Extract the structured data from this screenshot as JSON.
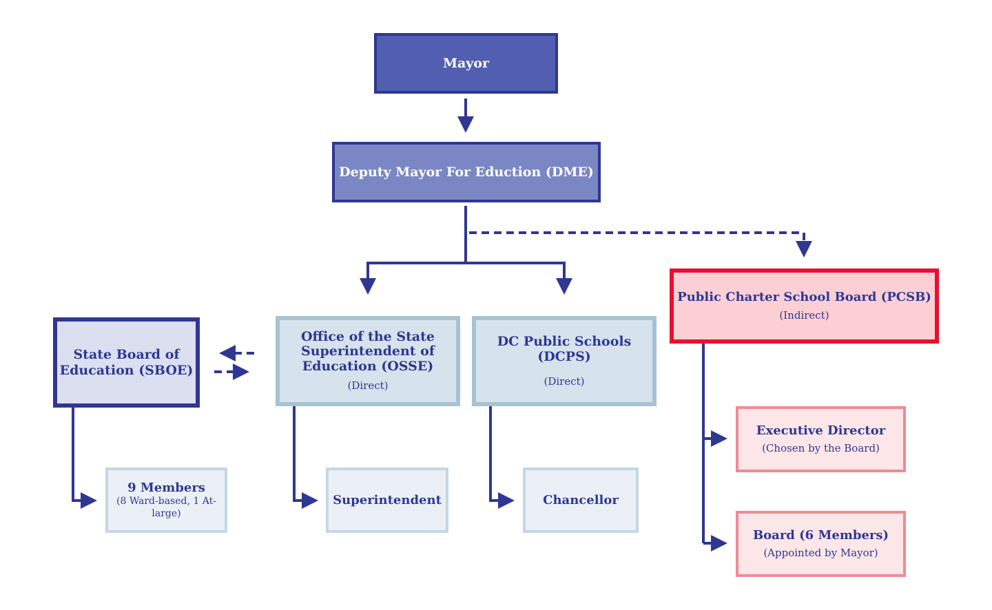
{
  "colors": {
    "connector": "#2f3792",
    "mayor_fill": "#525fb0",
    "dme_fill": "#7b86c4",
    "direct_fill": "#d6e3ec",
    "pcsb_fill": "#fccfd4",
    "pcsb_border": "#e8102e",
    "child_fill": "#eaf0f6",
    "pcsb_child_fill": "#fde6e8"
  },
  "nodes": {
    "mayor": {
      "title": "Mayor"
    },
    "dme": {
      "title": "Deputy Mayor For Eduction (DME)"
    },
    "sboe": {
      "title": "State Board of Education (SBOE)"
    },
    "osse": {
      "title": "Office of the State Superintendent of Education (OSSE)",
      "subtitle": "(Direct)"
    },
    "dcps": {
      "title": "DC Public Schools (DCPS)",
      "subtitle": "(Direct)"
    },
    "pcsb": {
      "title": "Public Charter School Board (PCSB)",
      "subtitle": "(Indirect)"
    },
    "members": {
      "title": "9 Members",
      "subtitle": "(8 Ward-based, 1 At-large)"
    },
    "superintendent": {
      "title": "Superintendent"
    },
    "chancellor": {
      "title": "Chancellor"
    },
    "executive_director": {
      "title": "Executive Director",
      "subtitle": "(Chosen by the Board)"
    },
    "board": {
      "title": "Board (6 Members)",
      "subtitle": "(Appointed by Mayor)"
    }
  },
  "edges": [
    {
      "from": "mayor",
      "to": "dme",
      "style": "solid"
    },
    {
      "from": "dme",
      "to": "osse",
      "style": "solid"
    },
    {
      "from": "dme",
      "to": "dcps",
      "style": "solid"
    },
    {
      "from": "dme",
      "to": "pcsb",
      "style": "dashed"
    },
    {
      "from": "osse",
      "to": "sboe",
      "style": "dashed"
    },
    {
      "from": "sboe",
      "to": "osse",
      "style": "dashed"
    },
    {
      "from": "sboe",
      "to": "members",
      "style": "solid"
    },
    {
      "from": "osse",
      "to": "superintendent",
      "style": "solid"
    },
    {
      "from": "dcps",
      "to": "chancellor",
      "style": "solid"
    },
    {
      "from": "pcsb",
      "to": "executive_director",
      "style": "solid"
    },
    {
      "from": "pcsb",
      "to": "board",
      "style": "solid"
    }
  ]
}
